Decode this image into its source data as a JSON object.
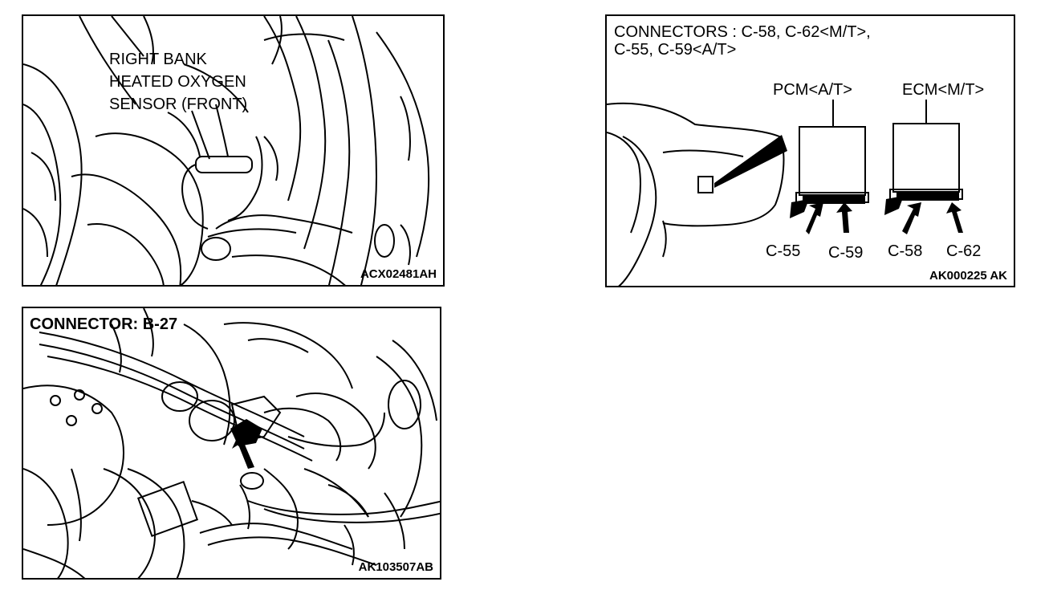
{
  "panel1": {
    "label_line1": "RIGHT BANK",
    "label_line2": "HEATED OXYGEN",
    "label_line3": "SENSOR (FRONT)",
    "code": "ACX02481AH"
  },
  "panel2": {
    "title_line1": "CONNECTORS : C-58, C-62<M/T>,",
    "title_line2": "C-55, C-59<A/T>",
    "pcm_label": "PCM<A/T>",
    "ecm_label": "ECM<M/T>",
    "connectors": [
      "C-55",
      "C-59",
      "C-58",
      "C-62"
    ],
    "code": "AK000225 AK"
  },
  "panel3": {
    "title": "CONNECTOR: B-27",
    "code": "AK103507AB"
  }
}
